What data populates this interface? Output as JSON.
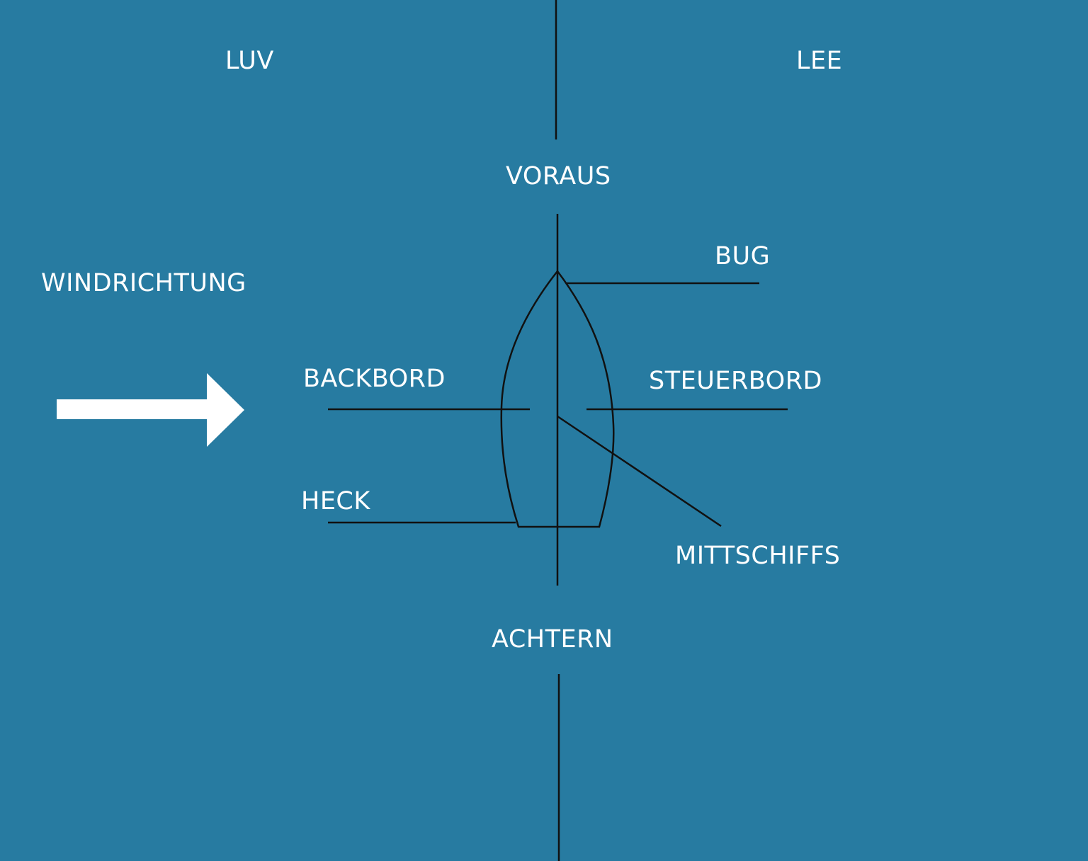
{
  "diagram": {
    "colors": {
      "background": "#277ba1",
      "text": "#ffffff",
      "lines": "#111111",
      "arrow": "#ffffff"
    },
    "sides": {
      "windward": "LUV",
      "leeward": "LEE"
    },
    "directions": {
      "ahead": "VORAUS",
      "astern": "ACHTERN"
    },
    "wind": {
      "label": "WINDRICHTUNG",
      "arrow_icon": "arrow-right-icon"
    },
    "boat_parts": {
      "bow": "BUG",
      "port": "BACKBORD",
      "starboard": "STEUERBORD",
      "stern": "HECK",
      "midship": "MITTSCHIFFS"
    }
  }
}
